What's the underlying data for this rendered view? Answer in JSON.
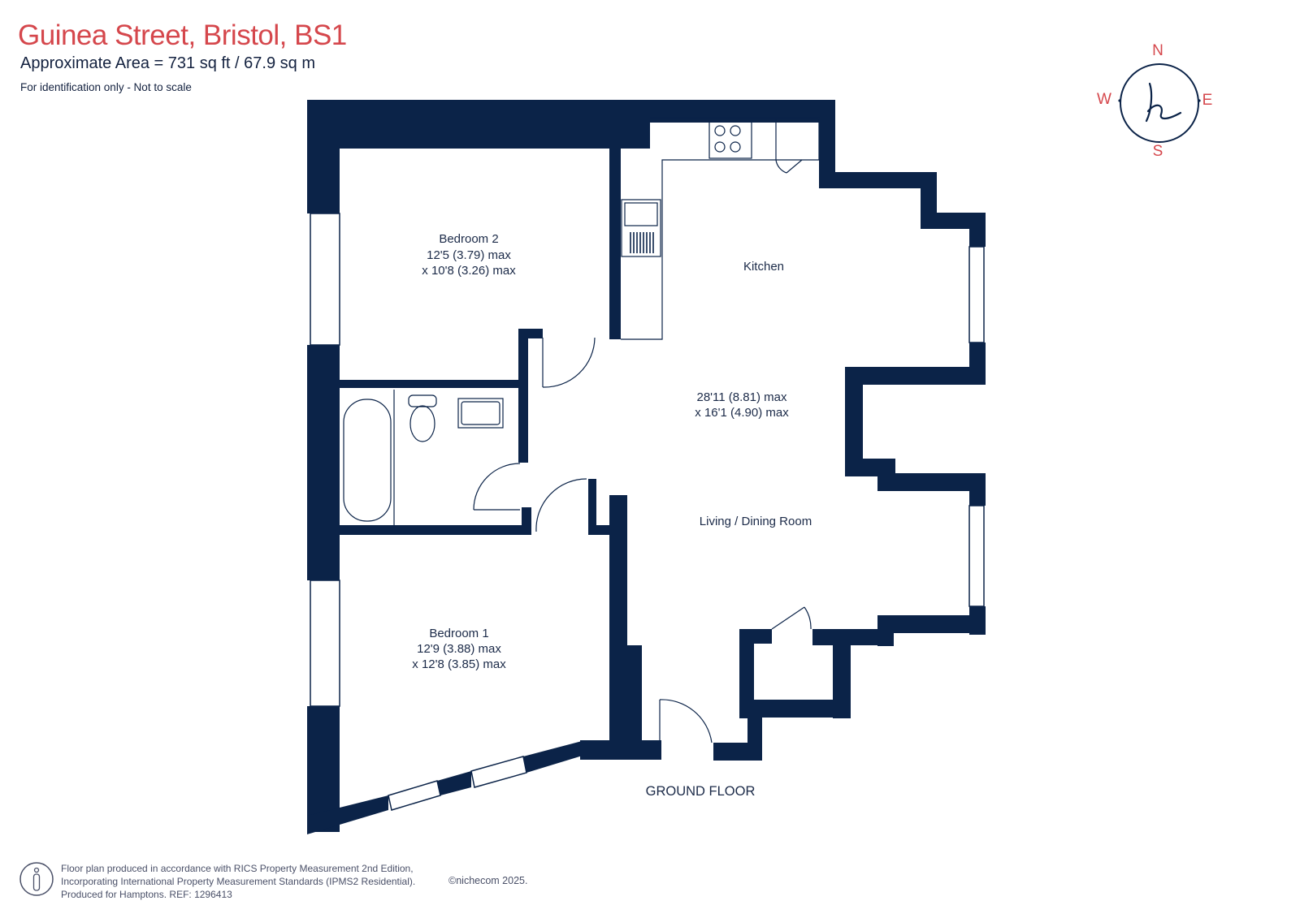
{
  "header": {
    "title": "Guinea Street, Bristol, BS1",
    "area": "Approximate Area = 731 sq ft / 67.9 sq m",
    "note": "For identification only - Not to scale"
  },
  "compass": {
    "n": "N",
    "s": "S",
    "e": "E",
    "w": "W",
    "logo": "h"
  },
  "rooms": {
    "bedroom2": {
      "name": "Bedroom 2",
      "dim1": "12'5 (3.79) max",
      "dim2": "x 10'8 (3.26) max"
    },
    "kitchen": {
      "name": "Kitchen"
    },
    "living": {
      "dim1": "28'11 (8.81) max",
      "dim2": "x 16'1 (4.90) max",
      "name": "Living / Dining Room"
    },
    "bedroom1": {
      "name": "Bedroom 1",
      "dim1": "12'9 (3.88) max",
      "dim2": "x 12'8 (3.85) max"
    }
  },
  "floor_label": "GROUND FLOOR",
  "footer": {
    "line1": "Floor plan produced in accordance with RICS Property Measurement 2nd Edition,",
    "line2": "Incorporating International Property Measurement Standards (IPMS2 Residential).",
    "line3": "Produced for Hamptons.  REF:  1296413",
    "copyright": "©nichecom 2025."
  },
  "colors": {
    "wall": "#0b2348",
    "title": "#d5474c",
    "compass_letters": "#d5474c"
  },
  "icons": [
    "compass-logo-icon",
    "info-person-icon",
    "hob-icon",
    "sink-icon",
    "bath-icon",
    "toilet-icon",
    "basin-icon"
  ]
}
